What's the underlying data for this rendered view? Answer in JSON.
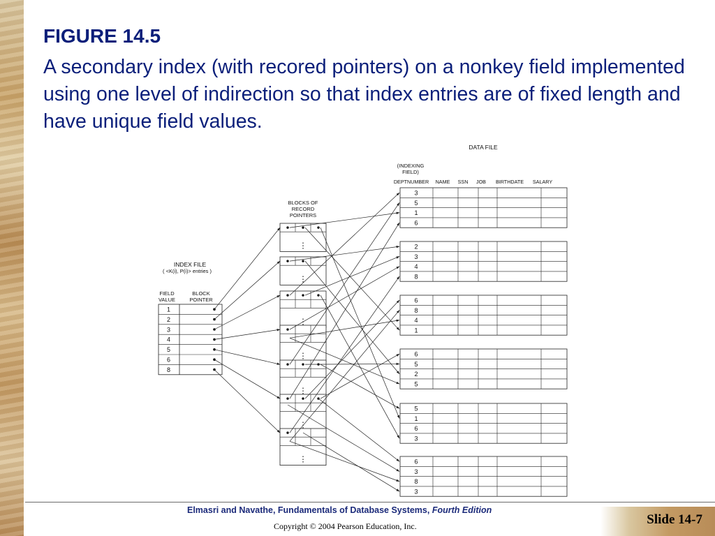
{
  "figure": {
    "title": "FIGURE 14.5",
    "caption": "A secondary index (with recored pointers) on a nonkey field implemented using one level of indirection so that index entries are of fixed length and have unique field values."
  },
  "diagram": {
    "index_file": {
      "title": "INDEX FILE",
      "subtitle": "( <K(i), P(i)> entries )",
      "col_field_1": "FIELD",
      "col_field_2": "VALUE",
      "col_ptr_1": "BLOCK",
      "col_ptr_2": "POINTER",
      "values": [
        "1",
        "2",
        "3",
        "4",
        "5",
        "6",
        "8"
      ]
    },
    "blocks_label": [
      "BLOCKS OF",
      "RECORD",
      "POINTERS"
    ],
    "ellipsis": "⋮",
    "data_file": {
      "title": "DATA FILE",
      "indexing_label": [
        "(INDEXING",
        "FIELD)"
      ],
      "columns": [
        "DEPTNUMBER",
        "NAME",
        "SSN",
        "JOB",
        "BIRTHDATE",
        "SALARY"
      ],
      "blocks": [
        [
          "3",
          "5",
          "1",
          "6"
        ],
        [
          "2",
          "3",
          "4",
          "8"
        ],
        [
          "6",
          "8",
          "4",
          "1"
        ],
        [
          "6",
          "5",
          "2",
          "5"
        ],
        [
          "5",
          "1",
          "6",
          "3"
        ],
        [
          "6",
          "3",
          "8",
          "3"
        ]
      ]
    }
  },
  "footer": {
    "book": "Elmasri and Navathe, Fundamentals of Database Systems,",
    "edition": "Fourth Edition",
    "copyright": "Copyright © 2004 Pearson Education, Inc.",
    "slide": "Slide 14-7"
  }
}
